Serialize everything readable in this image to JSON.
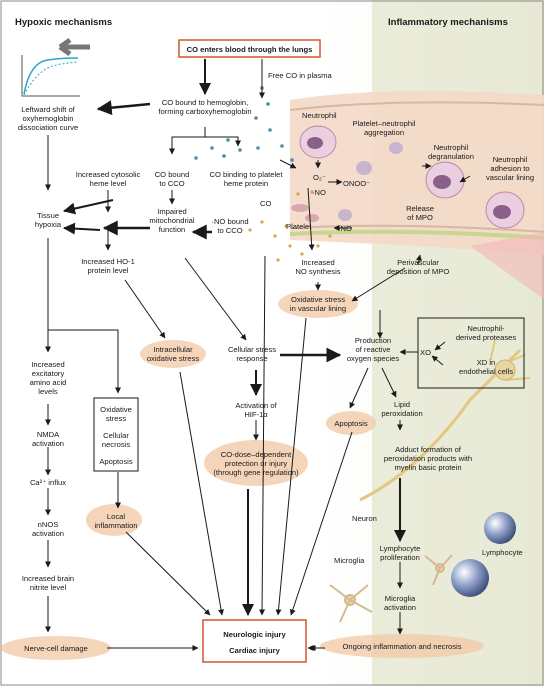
{
  "headers": {
    "hypoxic": "Hypoxic mechanisms",
    "inflammatory": "Inflammatory mechanisms"
  },
  "top_box": "CO enters blood through the lungs",
  "nodes": {
    "free_co": "Free CO in plasma",
    "left_shift_1": "Leftward shift of",
    "left_shift_2": "oxyhemoglobin",
    "left_shift_3": "dissociation curve",
    "co_hb_1": "CO bound to hemoglobin,",
    "co_hb_2": "forming carboxyhemoglobin",
    "neutrophil": "Neutrophil",
    "platelet_neutrophil_1": "Platelet–neutrophil",
    "platelet_neutrophil_2": "aggregation",
    "o2_minus": "O₂⁻",
    "onoo": "ONOO⁻",
    "no_rad_1": "·NO",
    "neut_degran_1": "Neutrophil",
    "neut_degran_2": "degranulation",
    "neut_adhesion_1": "Neutrophil",
    "neut_adhesion_2": "adhesion to",
    "neut_adhesion_3": "vascular lining",
    "cyt_heme_1": "Increased cytosolic",
    "cyt_heme_2": "heme level",
    "co_cco_1": "CO bound",
    "co_cco_2": "to CCO",
    "co_platelet_1": "CO binding to platelet",
    "co_platelet_2": "heme protein",
    "co_label": "CO",
    "release_mpo_1": "Release",
    "release_mpo_2": "of MPO",
    "platelet": "Platelet",
    "no_rad_2": "·NO",
    "tissue_hypoxia_1": "Tissue",
    "tissue_hypoxia_2": "hypoxia",
    "impaired_mito_1": "Impaired",
    "impaired_mito_2": "mitochondrial",
    "impaired_mito_3": "function",
    "no_bound_1": "·NO bound",
    "no_bound_2": "to CCO",
    "inc_no_1": "Increased",
    "inc_no_2": "NO synthesis",
    "perivascular_1": "Perivascular",
    "perivascular_2": "deposition of MPO",
    "ho1_1": "Increased HO-1",
    "ho1_2": "protein level",
    "ox_stress_vasc_1": "Oxidative stress",
    "ox_stress_vasc_2": "in vascular lining",
    "neut_proteases_1": "Neutrophil-",
    "neut_proteases_2": "derived proteases",
    "intracellular_1": "Intracellular",
    "intracellular_2": "oxidative stress",
    "cell_stress_1": "Cellular stress",
    "cell_stress_2": "response",
    "reactive_1": "Production",
    "reactive_2": "of reactive",
    "reactive_3": "oxygen species",
    "xo": "XO",
    "xd_1": "XD in",
    "xd_2": "endothelial cells",
    "excit_1": "Increased",
    "excit_2": "excitatory",
    "excit_3": "amino acid",
    "excit_4": "levels",
    "box_ox_1": "Oxidative",
    "box_ox_2": "stress",
    "box_cell_1": "Cellular",
    "box_cell_2": "necrosis",
    "box_apop": "Apoptosis",
    "hif_1": "Activation of",
    "hif_2": "HIF-1α",
    "apoptosis": "Apoptosis",
    "lipid_1": "Lipid",
    "lipid_2": "peroxidation",
    "nmda_1": "NMDA",
    "nmda_2": "activation",
    "codose_1": "CO-dose–dependent",
    "codose_2": "protection or injury",
    "codose_3": "(through gene regulation)",
    "adduct_1": "Adduct formation of",
    "adduct_2": "peroxidation products with",
    "adduct_3": "myelin basic protein",
    "ca": "Ca²⁺ influx",
    "nnos_1": "nNOS",
    "nnos_2": "activation",
    "local_1": "Local",
    "local_2": "inflammation",
    "neuron": "Neuron",
    "lymphocyte": "Lymphocyte",
    "lymph_prolif_1": "Lymphocyte",
    "lymph_prolif_2": "proliferation",
    "microglia": "Microglia",
    "brain_nitrite_1": "Increased brain",
    "brain_nitrite_2": "nitrite level",
    "microglia_act_1": "Microglia",
    "microglia_act_2": "activation",
    "nerve_damage": "Nerve-cell damage",
    "ongoing": "Ongoing inflammation and necrosis"
  },
  "outcome": {
    "line1": "Neurologic injury",
    "line2": "Cardiac injury"
  },
  "colors": {
    "accent_box": "#d4552a",
    "inflammatory_bg": "#e6e9d3",
    "highlight": "#f2c8a4",
    "vessel": "#f4d9c8",
    "cell": "#e9cfe0"
  }
}
